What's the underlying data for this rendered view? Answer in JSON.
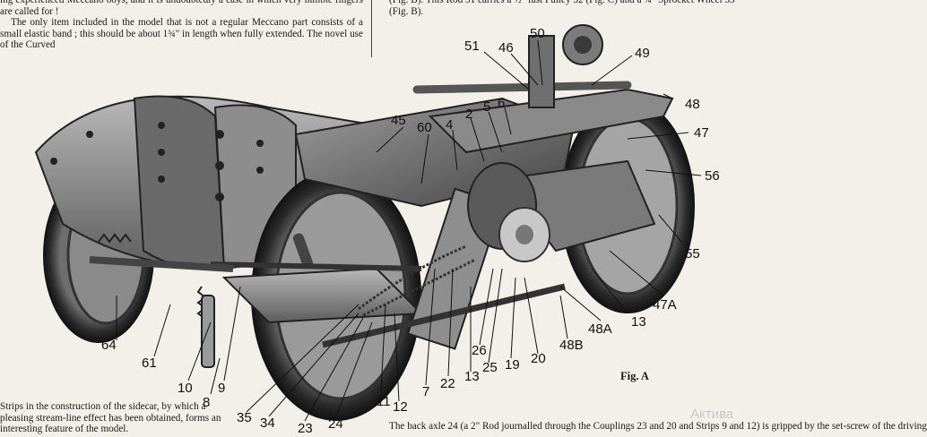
{
  "text": {
    "top_left": [
      "ing experienced Meccano boys, and it is undoubtedly a case in which very nimble fingers are called for !",
      "The only item included in the model that is not a regular Meccano part consists of a small elastic band ; this should be about 1¾\" in length when fully extended. The novel use of the Curved"
    ],
    "top_right": "(Fig. B). This Rod 31 carries a ½\" fast Pulley 32 (Fig. C) and a ¾\" Sprocket Wheel 33 (Fig. B).",
    "bottom_left": "Strips in the construction of the sidecar, by which a pleasing stream-line effect has been obtained, forms an interesting feature of the model.",
    "bottom_right": "The back axle 24 (a 2\" Rod journalled through the Couplings 23 and 20 and Strips 9 and 12) is gripped by the set-screw of the driving",
    "figure_caption": "Fig. A",
    "watermark": "Актива"
  },
  "labels": [
    {
      "id": "p51",
      "text": "51"
    },
    {
      "id": "p46",
      "text": "46"
    },
    {
      "id": "p50",
      "text": "50"
    },
    {
      "id": "p49",
      "text": "49"
    },
    {
      "id": "p48",
      "text": "48"
    },
    {
      "id": "p47",
      "text": "47"
    },
    {
      "id": "p56",
      "text": "56"
    },
    {
      "id": "p55",
      "text": "55"
    },
    {
      "id": "p47a",
      "text": "47A"
    },
    {
      "id": "p13r",
      "text": "13"
    },
    {
      "id": "p48a",
      "text": "48A"
    },
    {
      "id": "p48b",
      "text": "48B"
    },
    {
      "id": "p45",
      "text": "45"
    },
    {
      "id": "p60",
      "text": "60"
    },
    {
      "id": "p4",
      "text": "4"
    },
    {
      "id": "p2",
      "text": "2"
    },
    {
      "id": "p5",
      "text": "5"
    },
    {
      "id": "p6",
      "text": "6"
    },
    {
      "id": "p64",
      "text": "64"
    },
    {
      "id": "p61",
      "text": "61"
    },
    {
      "id": "p10",
      "text": "10"
    },
    {
      "id": "p8",
      "text": "8"
    },
    {
      "id": "p9",
      "text": "9"
    },
    {
      "id": "p35",
      "text": "35"
    },
    {
      "id": "p34",
      "text": "34"
    },
    {
      "id": "p23",
      "text": "23"
    },
    {
      "id": "p24",
      "text": "24"
    },
    {
      "id": "p11",
      "text": "11"
    },
    {
      "id": "p12",
      "text": "12"
    },
    {
      "id": "p7",
      "text": "7"
    },
    {
      "id": "p22",
      "text": "22"
    },
    {
      "id": "p13",
      "text": "13"
    },
    {
      "id": "p26",
      "text": "26"
    },
    {
      "id": "p25",
      "text": "25"
    },
    {
      "id": "p19",
      "text": "19"
    },
    {
      "id": "p20",
      "text": "20"
    }
  ]
}
